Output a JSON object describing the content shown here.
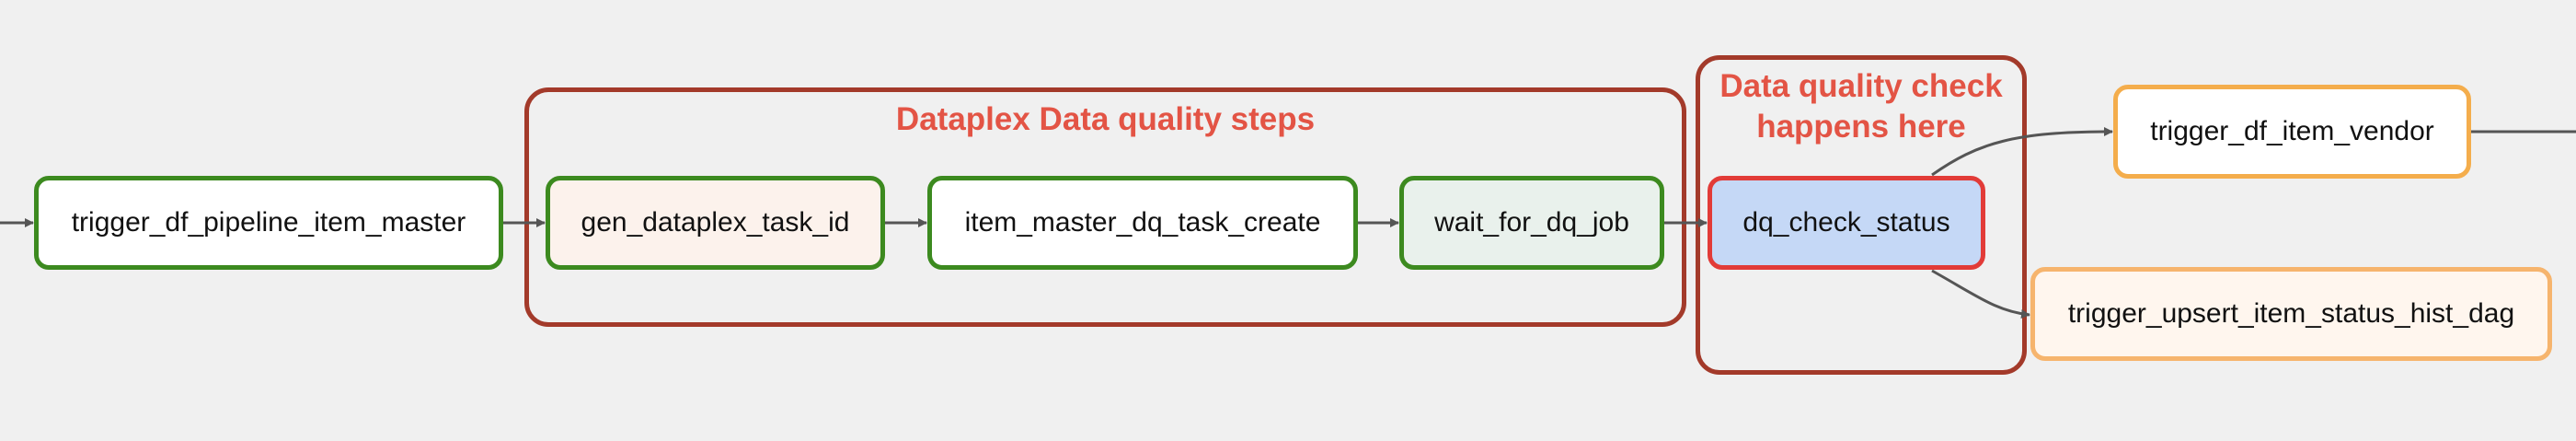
{
  "groups": {
    "dq_steps_title": "Dataplex Data quality steps",
    "dq_check_title_line1": "Data quality check",
    "dq_check_title_line2": "happens here"
  },
  "nodes": {
    "trigger_df_pipeline_item_master": "trigger_df_pipeline_item_master",
    "gen_dataplex_task_id": "gen_dataplex_task_id",
    "item_master_dq_task_create": "item_master_dq_task_create",
    "wait_for_dq_job": "wait_for_dq_job",
    "dq_check_status": "dq_check_status",
    "trigger_df_item_vendor": "trigger_df_item_vendor",
    "trigger_upsert_item_status_hist_dag": "trigger_upsert_item_status_hist_dag"
  },
  "colors": {
    "group_border": "#a33a2a",
    "group_title": "#e35445",
    "task_success_border": "#3c8a1f",
    "task_active_border": "#e23b38",
    "task_active_fill": "#c5d8f6",
    "task_queued_border": "#f4ad4c",
    "task_skipped_fill": "#fff6ee",
    "edge": "#555555"
  }
}
